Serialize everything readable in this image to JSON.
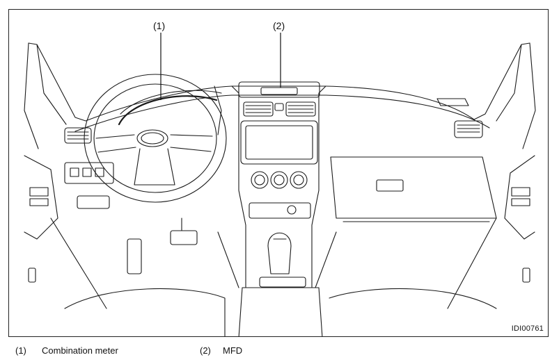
{
  "callouts": [
    {
      "num": "(1)",
      "label": "Combination meter"
    },
    {
      "num": "(2)",
      "label": "MFD"
    }
  ],
  "figure_id": "IDI00761"
}
